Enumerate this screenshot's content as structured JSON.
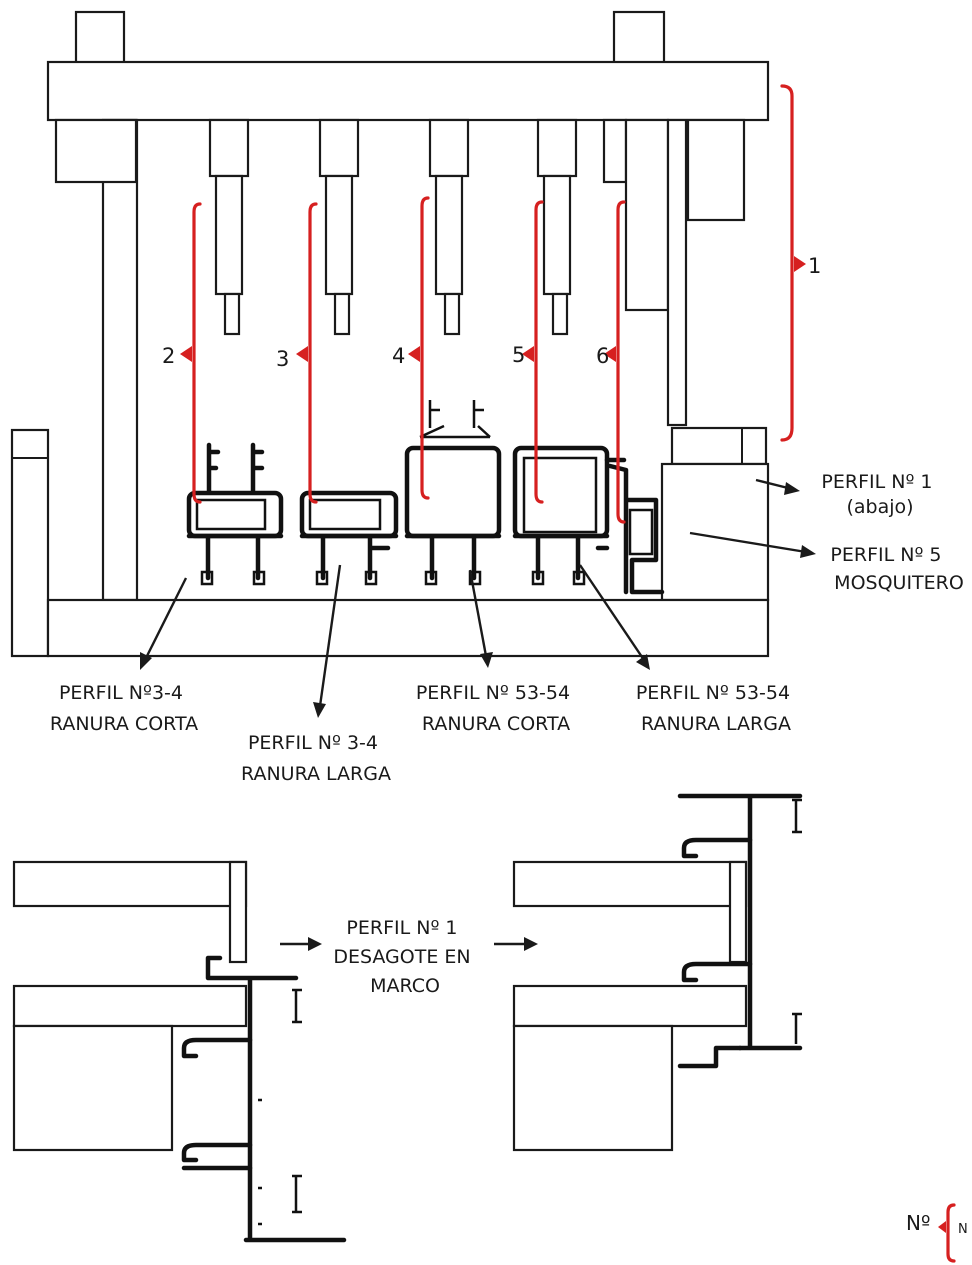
{
  "dimension_numbers": [
    "1",
    "2",
    "3",
    "4",
    "5",
    "6"
  ],
  "labels": {
    "perfil_1_abajo": [
      "PERFIL Nº 1",
      "(abajo)"
    ],
    "perfil_5_mosquitero": [
      "PERFIL Nº 5",
      "MOSQUITERO"
    ],
    "perfil_3_4_corta": [
      "PERFIL Nº3-4",
      "RANURA CORTA"
    ],
    "perfil_3_4_larga": [
      "PERFIL Nº 3-4",
      "RANURA LARGA"
    ],
    "perfil_53_54_corta": [
      "PERFIL Nº 53-54",
      "RANURA CORTA"
    ],
    "perfil_53_54_larga": [
      "PERFIL Nº 53-54",
      "RANURA LARGA"
    ],
    "perfil_1_desagote": [
      "PERFIL Nº 1",
      "DESAGOTE EN",
      "MARCO"
    ]
  },
  "legend": {
    "prefix": "Nº",
    "text": "N"
  },
  "colors": {
    "dimension_red": "#d62020",
    "line": "#1a1a1a"
  }
}
